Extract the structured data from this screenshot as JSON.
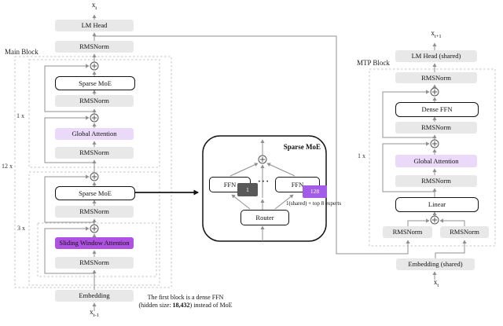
{
  "diagram": {
    "main_block": {
      "label": "Main Block",
      "repeat_top": "1 x",
      "repeat_outer": "12 x",
      "repeat_attention": "3 x",
      "boxes": {
        "lm_head": "LM Head",
        "rmsnorm": "RMSNorm",
        "sparse_moe": "Sparse MoE",
        "global_attention": "Global Attention",
        "sliding_window_attention": "Sliding Window Attention",
        "embedding": "Embedding"
      },
      "output_token": {
        "base": "x",
        "sub": "t"
      },
      "input_token": {
        "base": "x",
        "sub": "t-1"
      }
    },
    "moe_detail": {
      "title": "Sparse MoE",
      "ffn_label": "FFN",
      "shared_expert_badge": "1",
      "total_experts_badge": "128",
      "ellipsis": "···",
      "router_label": "Router",
      "note": "1(shared) + top 8 experts"
    },
    "mtp_block": {
      "label": "MTP Block",
      "repeat": "1 x",
      "boxes": {
        "lm_head": "LM Head (shared)",
        "rmsnorm": "RMSNorm",
        "dense_ffn": "Dense FFN",
        "global_attention": "Global Attention",
        "linear": "Linear",
        "embedding": "Embedding (shared)"
      },
      "output_token": {
        "base": "x",
        "sub": "t+1"
      },
      "input_token": {
        "base": "x",
        "sub": "t"
      }
    },
    "footnote": {
      "line1": "The first block is a dense FFN",
      "line2_prefix": "(hidden size: ",
      "line2_bold": "18,432",
      "line2_suffix": ") instead of MoE"
    },
    "colors": {
      "box_gray": "#e8e8e8",
      "attention_light": "#ead9f9",
      "attention_strong": "#af52e2",
      "badge_dark": "#595959",
      "badge_purple": "#a35ce8",
      "line_gray": "#909090",
      "dash_gray": "#c6c6c6",
      "border_dark": "#141414"
    }
  }
}
